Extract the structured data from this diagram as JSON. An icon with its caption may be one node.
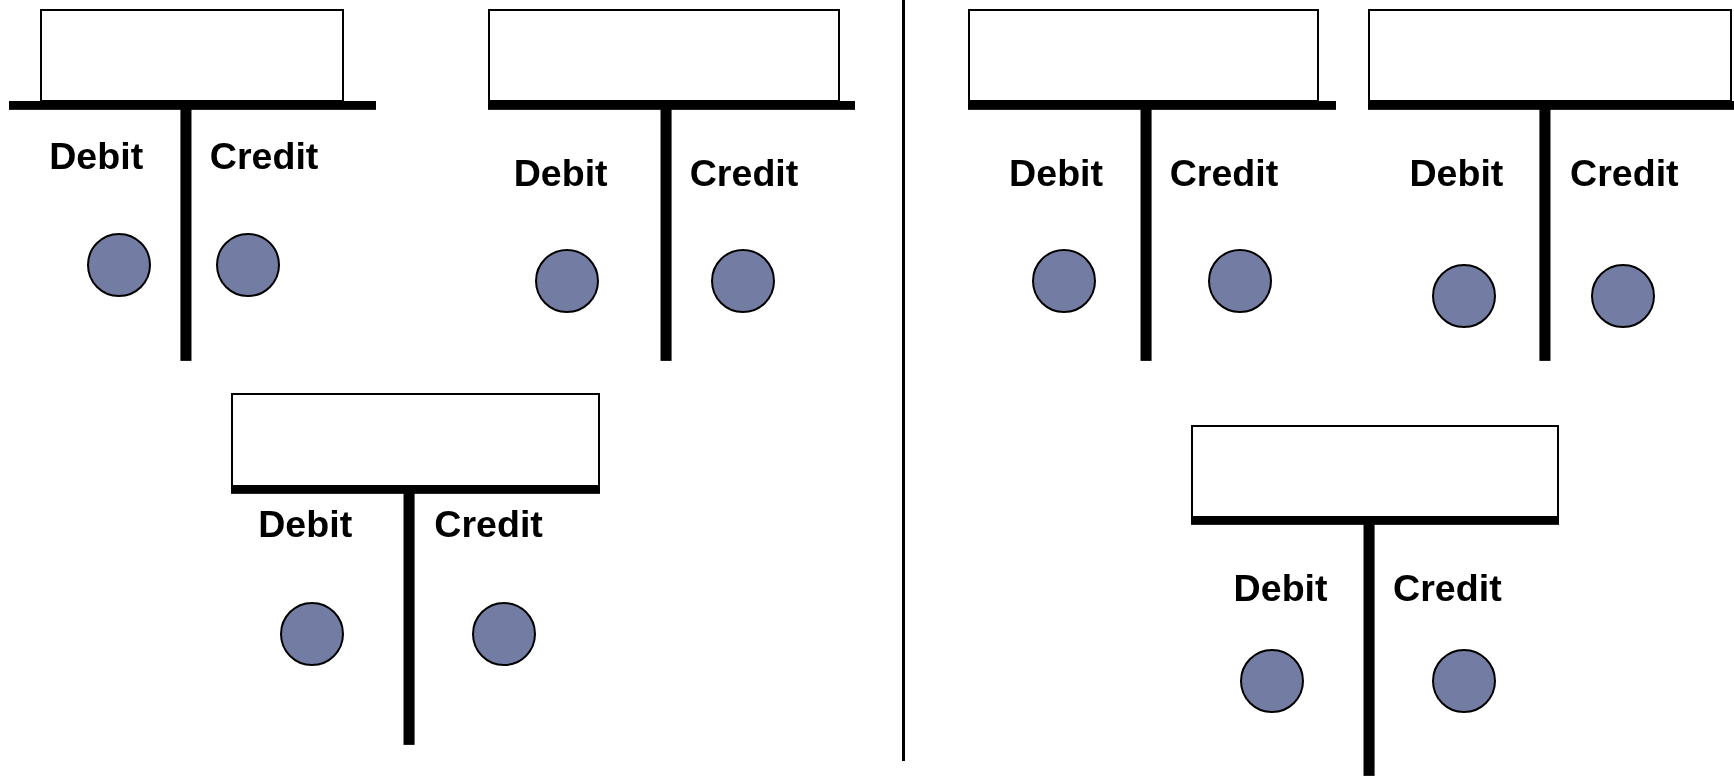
{
  "diagram": {
    "nodes": [
      {
        "text": [],
        "shape": "box"
      },
      {
        "text": [],
        "shape": "circle"
      },
      {
        "text": [],
        "shape": "circle"
      },
      {
        "text": [],
        "shape": "box"
      },
      {
        "text": [],
        "shape": "circle"
      },
      {
        "text": [],
        "shape": "circle"
      },
      {
        "text": [],
        "shape": "box"
      },
      {
        "text": [],
        "shape": "circle"
      },
      {
        "text": [],
        "shape": "circle"
      },
      {
        "text": [],
        "shape": "box"
      },
      {
        "text": [],
        "shape": "circle"
      },
      {
        "text": [],
        "shape": "circle"
      },
      {
        "text": [],
        "shape": "box"
      },
      {
        "text": [],
        "shape": "circle"
      },
      {
        "text": [],
        "shape": "circle"
      },
      {
        "text": [],
        "shape": "box"
      },
      {
        "text": [],
        "shape": "circle"
      },
      {
        "text": [],
        "shape": "circle"
      }
    ],
    "labels": [
      "Debit",
      "Credit",
      "Debit",
      "Credit",
      "Debit",
      "Credit",
      "Debit",
      "Credit",
      "Debit",
      "Credit",
      "Debit",
      "Credit"
    ]
  }
}
